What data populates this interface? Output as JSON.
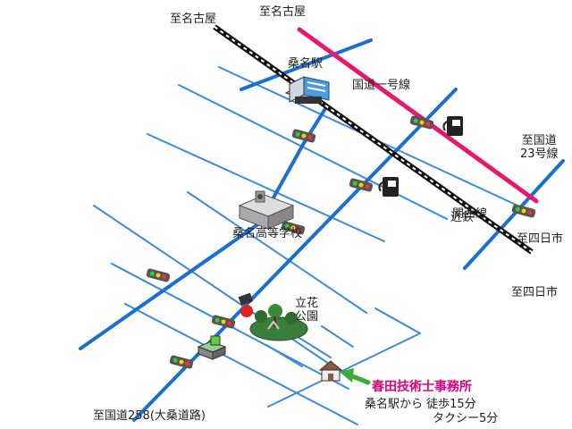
{
  "labels": {
    "to_nagoya_1": "至名古屋",
    "to_nagoya_2": "至名古屋",
    "kuwana_station": "桑名駅",
    "route1": "国道一号線",
    "route23_line1": "至国道",
    "route23_line2": "23号線",
    "kansai_line": "関西線",
    "kintetsu": "近鉄",
    "to_yokkaichi_1": "至四日市",
    "to_yokkaichi_2": "至四日市",
    "kuwana_high_school": "桑名高等学校",
    "tachibana_park_line1": "立花",
    "tachibana_park_line2": "公園",
    "route258": "至国道258(大桑道路)",
    "office_name": "春田技術士事務所",
    "access_walk": "桑名駅から 徒歩15分",
    "access_taxi": "タクシー5分"
  },
  "colors": {
    "main_road": "#1a6fd1",
    "minor_road": "#3a8be0",
    "route1_road": "#e8186e",
    "office_label": "#e0007a",
    "pointer_arrow": "#3aaa35"
  },
  "icons": {
    "station": "station-building-icon",
    "school": "school-building-icon",
    "park": "park-icon",
    "office": "house-icon",
    "gas_station": "gas-pump-icon",
    "traffic_signal": "traffic-light-icon",
    "pointer": "arrow-pointer-icon"
  }
}
